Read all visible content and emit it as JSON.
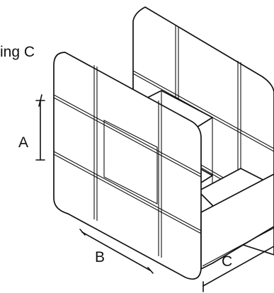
{
  "caption": "ing C",
  "dimensions": {
    "a_label": "A",
    "b_label": "B",
    "c_label": "C"
  }
}
